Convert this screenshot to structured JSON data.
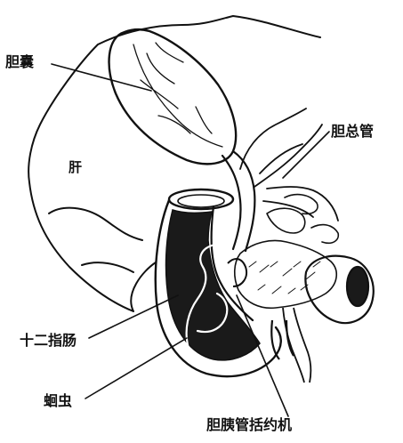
{
  "labels": {
    "gallbladder": "胆囊",
    "liver": "肝",
    "common_bile_duct": "胆总管",
    "duodenum": "十二指肠",
    "worm": "蛔虫",
    "sphincter": "胆胰管括约机"
  },
  "colors": {
    "ink": "#111111",
    "background": "#ffffff",
    "shading": "#1a1a1a"
  }
}
